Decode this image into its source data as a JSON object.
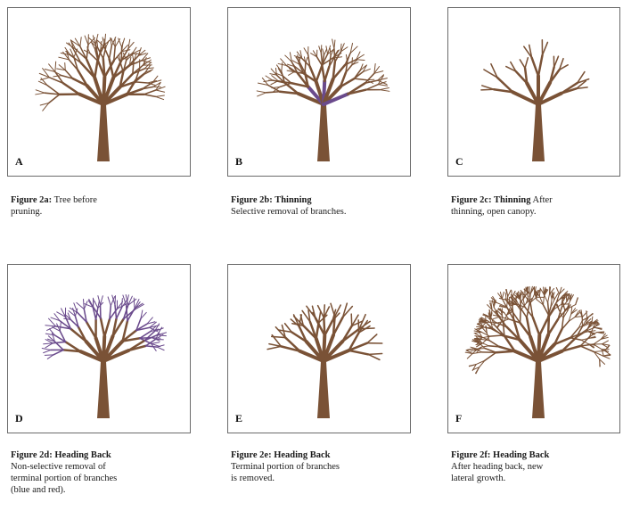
{
  "colors": {
    "trunk": "#7a5236",
    "branch": "#7a5236",
    "cut_branch": "#6a4a8c",
    "border": "#6b6b6b"
  },
  "panels": [
    {
      "letter": "A",
      "caption_title": "Figure 2a:",
      "caption_lines": [
        " Tree before",
        "pruning."
      ],
      "style": "full"
    },
    {
      "letter": "B",
      "caption_title": "Figure 2b: Thinning",
      "caption_lines": [
        "",
        "Selective removal of branches."
      ],
      "style": "thinning-marked"
    },
    {
      "letter": "C",
      "caption_title": "Figure 2c: Thinning",
      "caption_lines": [
        " After",
        "thinning, open canopy."
      ],
      "style": "thinned"
    },
    {
      "letter": "D",
      "caption_title": "Figure 2d: Heading Back",
      "caption_lines": [
        "",
        "Non-selective removal of",
        "terminal portion of branches",
        "(blue and red)."
      ],
      "style": "heading-marked"
    },
    {
      "letter": "E",
      "caption_title": "Figure 2e: Heading Back",
      "caption_lines": [
        "",
        "Terminal portion of branches",
        "is removed."
      ],
      "style": "headed"
    },
    {
      "letter": "F",
      "caption_title": "Figure 2f: Heading Back",
      "caption_lines": [
        "",
        "After heading back, new",
        "lateral growth."
      ],
      "style": "regrowth"
    }
  ]
}
